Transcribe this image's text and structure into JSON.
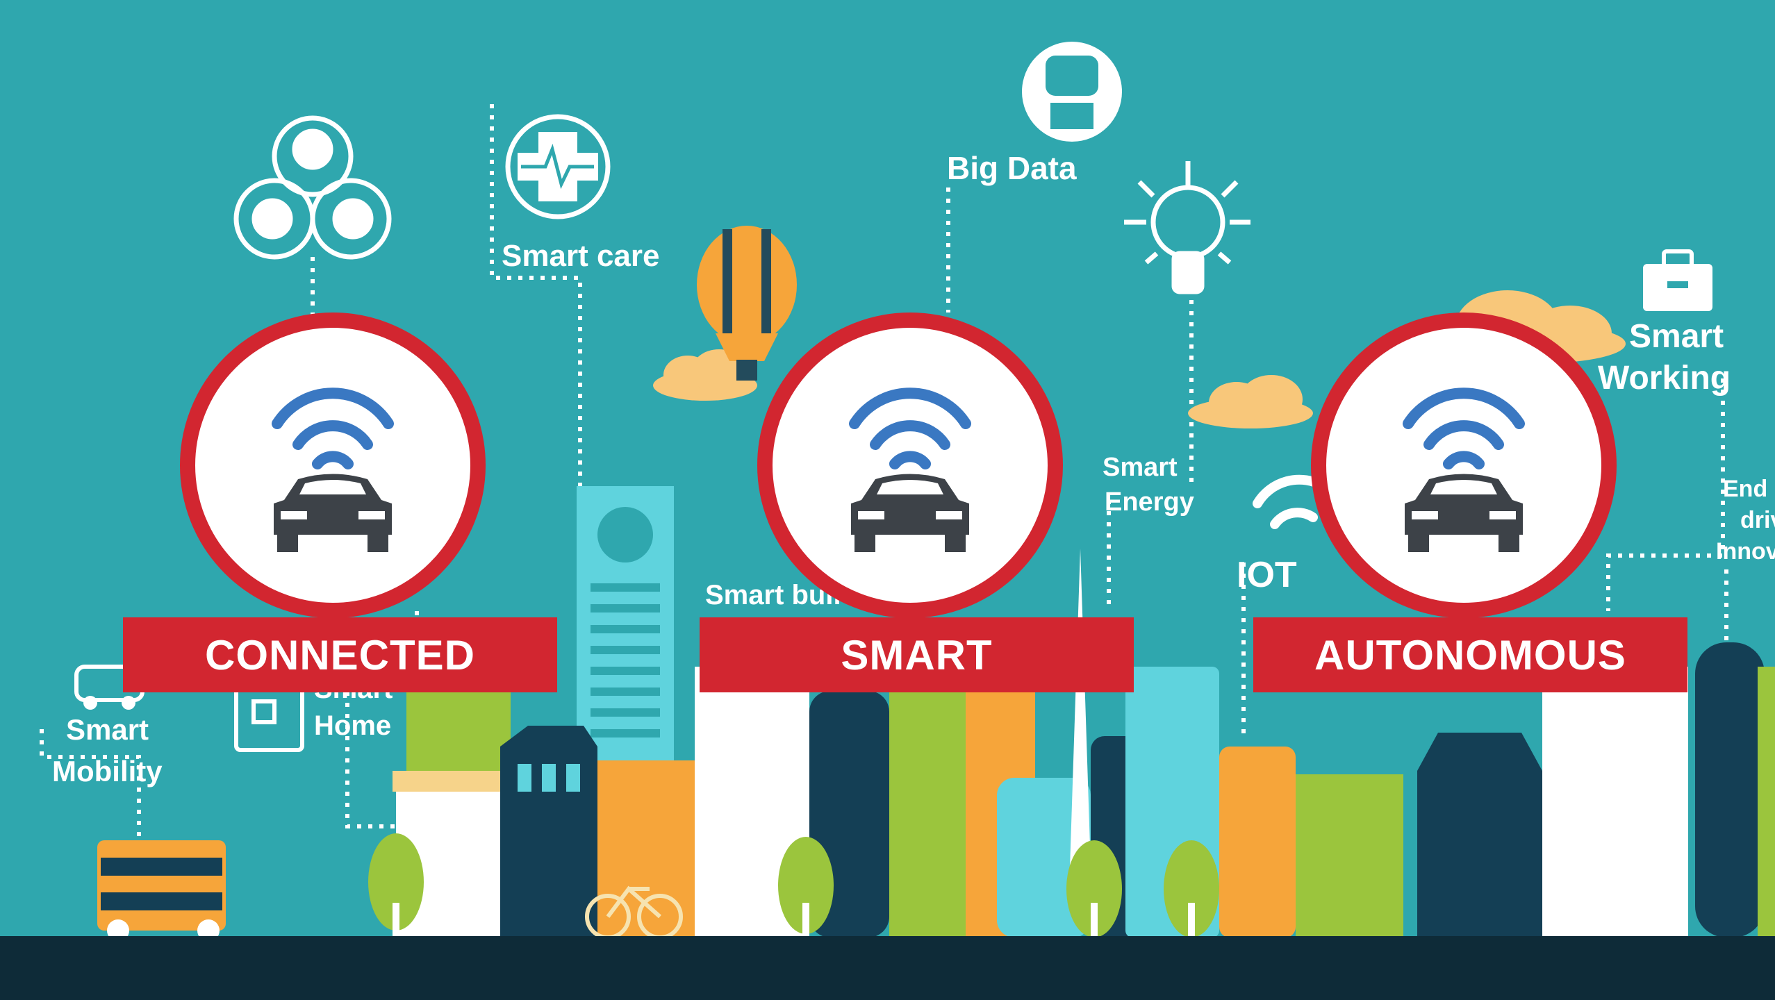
{
  "scene": {
    "labels": {
      "smart_care": "Smart care",
      "big_data": "Big Data",
      "smart_energy_1": "Smart",
      "smart_energy_2": "Energy",
      "smart_working_1": "Smart",
      "smart_working_2": "Working",
      "iot": "IOT",
      "smart_building": "Smart buil",
      "smart_home_1": "Smart",
      "smart_home_2": "Home",
      "smart_mobility_1": "Smart",
      "smart_mobility_2": "Mobility",
      "end_user_1": "End u",
      "end_user_2": "driv",
      "end_user_3": "Innov"
    }
  },
  "badges": [
    {
      "label": "CONNECTED",
      "icon": "connected-car-icon"
    },
    {
      "label": "SMART",
      "icon": "connected-car-icon"
    },
    {
      "label": "AUTONOMOUS",
      "icon": "connected-car-icon"
    }
  ],
  "colors": {
    "background": "#2fa7ae",
    "banner": "#d22630",
    "ring": "#d22630",
    "wifi": "#3a78c2",
    "car": "#3d4248",
    "ground": "#0e2b38",
    "orange": "#f6a53a",
    "lime": "#9bc53d",
    "navy": "#143f55",
    "cyan": "#5fd3dd"
  }
}
